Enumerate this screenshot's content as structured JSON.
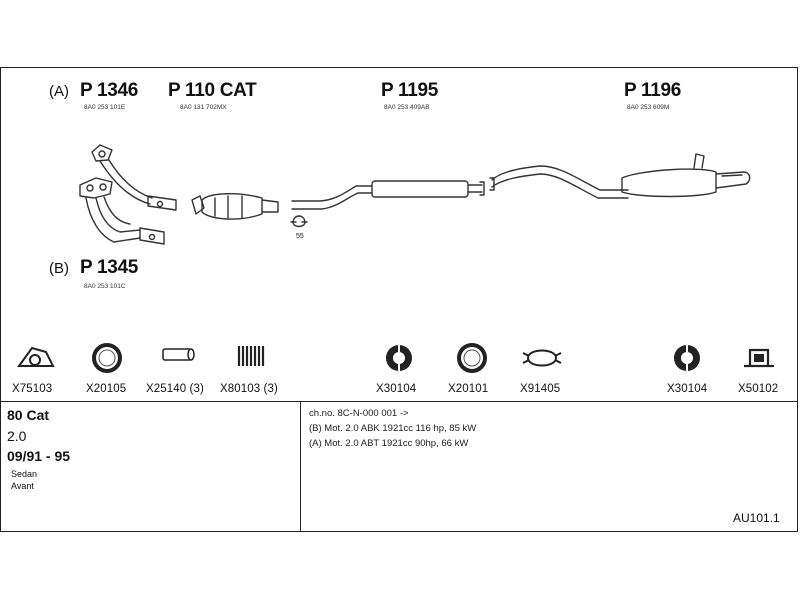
{
  "parts": {
    "p1346": {
      "variant": "(A)",
      "number": "P 1346",
      "oem": "8A0 253 101E"
    },
    "p110": {
      "number": "P 110 CAT",
      "oem": "8A0 131 702MX"
    },
    "p1195": {
      "number": "P 1195",
      "oem": "8A0 253 409AB"
    },
    "p1196": {
      "number": "P 1196",
      "oem": "8A0 253 609M"
    },
    "p1345": {
      "variant": "(B)",
      "number": "P 1345",
      "oem": "8A0 253 101C"
    },
    "clamp_label": "55"
  },
  "fittings": [
    {
      "code": "X75103",
      "icon": "gasket-icon"
    },
    {
      "code": "X20105",
      "icon": "ring-icon"
    },
    {
      "code": "X25140 (3)",
      "icon": "stud-icon"
    },
    {
      "code": "X80103 (3)",
      "icon": "spring-icon"
    },
    {
      "code": "X30104",
      "icon": "rubber-mount-icon"
    },
    {
      "code": "X20101",
      "icon": "ring-icon"
    },
    {
      "code": "X91405",
      "icon": "clamp-icon"
    },
    {
      "code": "X30104",
      "icon": "rubber-mount-icon"
    },
    {
      "code": "X50102",
      "icon": "bracket-icon"
    }
  ],
  "vehicle": {
    "model": "80 Cat",
    "engine": "2.0",
    "years": "09/91 - 95",
    "body1": "Sedan",
    "body2": "Avant"
  },
  "notes": {
    "chassis": "ch.no. 8C-N-000 001 ->",
    "engine_b": "(B) Mot. 2.0 ABK 1921cc 116 hp, 85 kW",
    "engine_a": "(A) Mot. 2.0 ABT 1921cc 90hp, 66 kW"
  },
  "reference": "AU101.1"
}
